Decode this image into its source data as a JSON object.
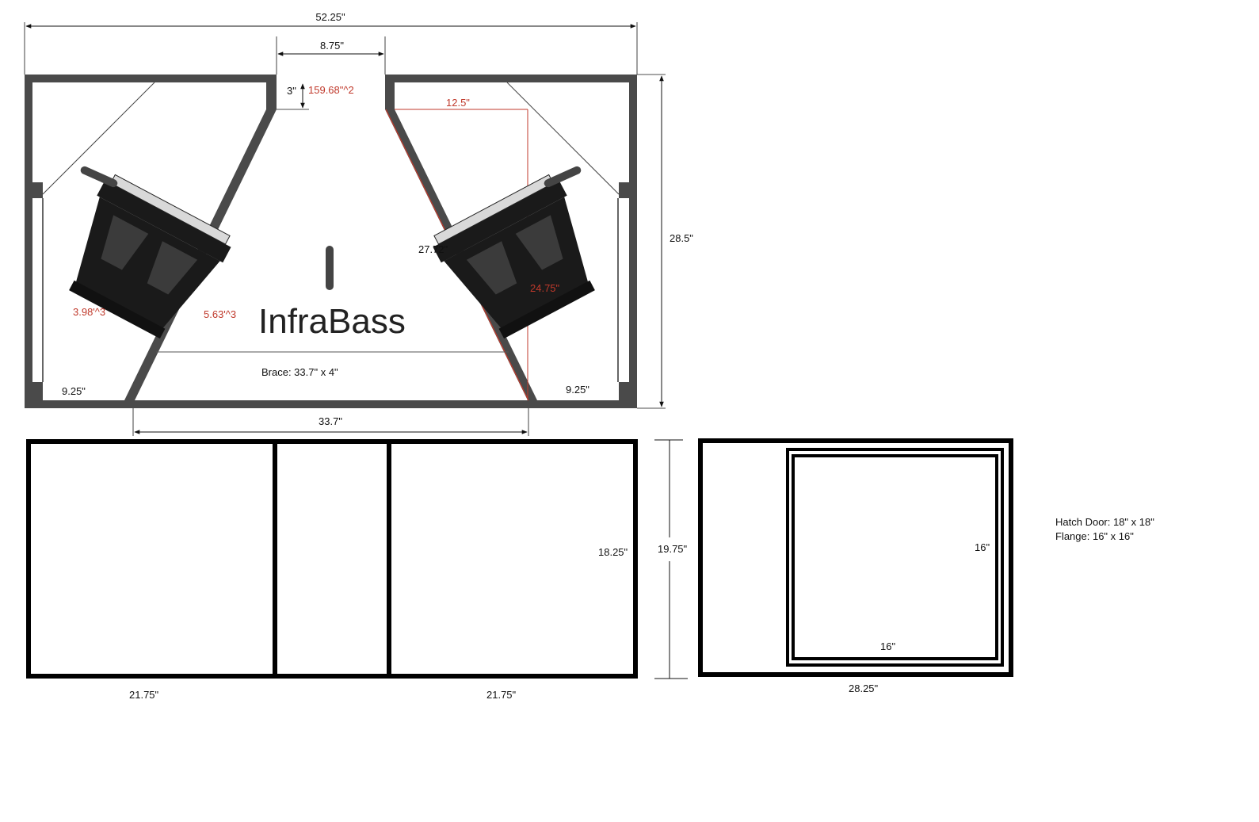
{
  "brand": "InfraBass",
  "colors": {
    "wall": "#4a4a4a",
    "speaker": "#1a1a1a",
    "highlight": "#c0392b",
    "outline": "#000000"
  },
  "top_view": {
    "overall_width": "52.25\"",
    "port_width": "8.75\"",
    "port_depth": "3\"",
    "port_area": "159.68\"^2",
    "slant_offset": "12.5\"",
    "overall_height": "28.5\"",
    "baffle_length": "27.72\"",
    "baffle_height": "24.75\"",
    "left_chamber_volume": "3.98'^3",
    "center_chamber_volume": "5.63'^3",
    "brace": "Brace: 33.7\" x 4\"",
    "left_bottom_panel": "9.25\"",
    "right_bottom_panel": "9.25\"",
    "bottom_span": "33.7\""
  },
  "front_view": {
    "left_width": "21.75\"",
    "right_width": "21.75\"",
    "inner_height": "18.25\"",
    "outer_height": "19.75\""
  },
  "side_view": {
    "width": "28.25\"",
    "flange_height": "16\"",
    "flange_width": "16\""
  },
  "notes": {
    "hatch": "Hatch Door: 18\" x 18\"",
    "flange": "Flange: 16\" x 16\""
  }
}
